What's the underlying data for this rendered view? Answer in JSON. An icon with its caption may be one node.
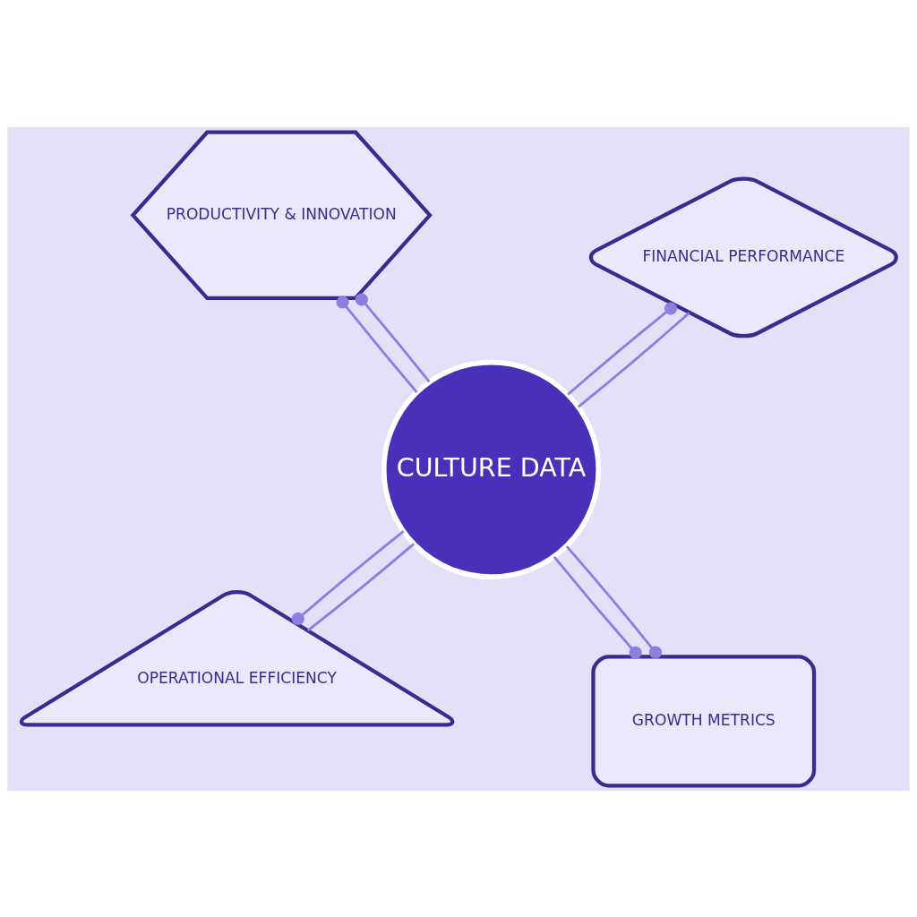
{
  "diagram": {
    "nodes": [
      {
        "text": [
          "OPERATIONAL EFFICIENCY"
        ]
      },
      {
        "text": [
          "GROWTH METRICS"
        ]
      },
      {
        "text": [
          "CULTURE DATA"
        ]
      },
      {
        "text": [
          "PRODUCTIVITY & INNOVATION"
        ]
      },
      {
        "text": [
          "FINANCIAL PERFORMANCE"
        ]
      }
    ],
    "edges": [
      {
        "from": 2,
        "to": 0,
        "arrow": "none"
      },
      {
        "from": 2,
        "to": 0,
        "arrow": "other"
      },
      {
        "from": 2,
        "to": 1,
        "arrow": "other"
      },
      {
        "from": 2,
        "to": 1,
        "arrow": "other"
      },
      {
        "from": 2,
        "to": 3,
        "arrow": "other"
      },
      {
        "from": 2,
        "to": 3,
        "arrow": "other"
      },
      {
        "from": 2,
        "to": 4,
        "arrow": "other"
      },
      {
        "from": 2,
        "to": 4,
        "arrow": "none"
      }
    ]
  }
}
